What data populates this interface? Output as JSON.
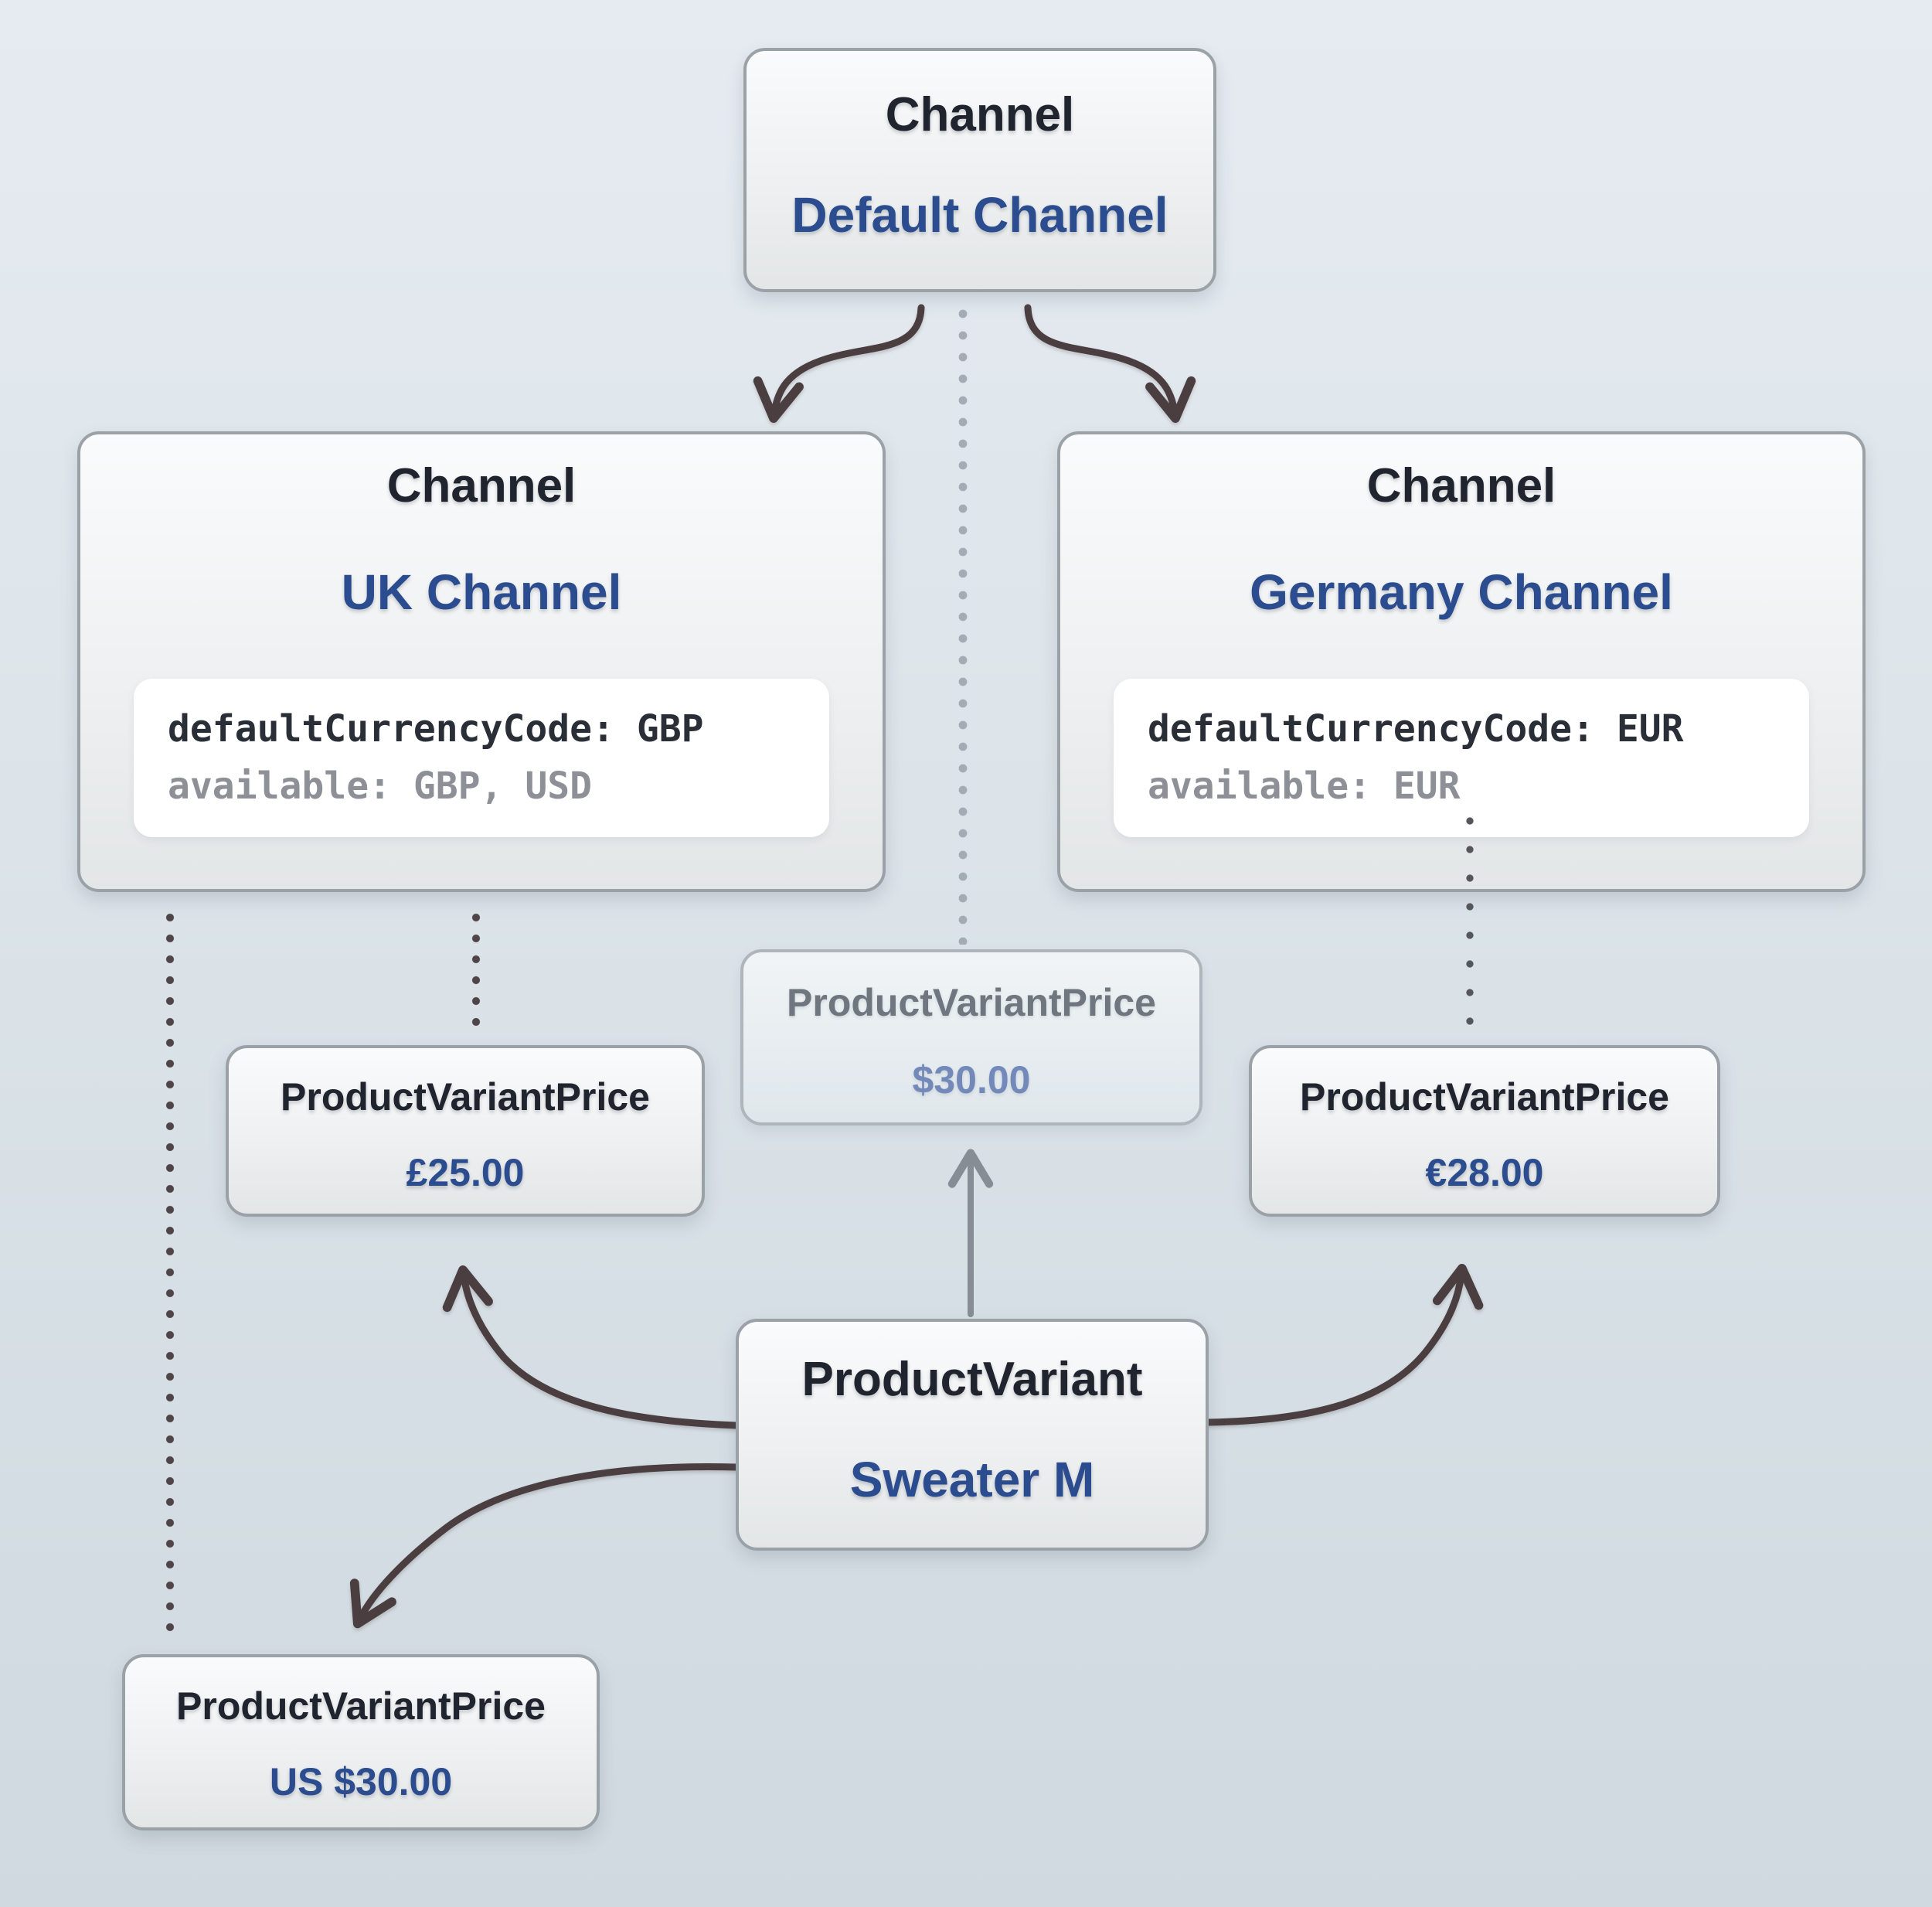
{
  "colors": {
    "accent_blue": "#2b4c8e",
    "title_dark": "#20242e",
    "muted_title_gray": "#6f7680",
    "muted_blue": "#7389b9",
    "code_dark": "#2a2e37",
    "code_gray": "#8d9197",
    "arrow_dark": "#4b3e41",
    "arrow_gray": "#878d94",
    "box_border": "#9aa2a8"
  },
  "nodes": {
    "default_channel": {
      "type_label": "Channel",
      "name": "Default Channel"
    },
    "uk_channel": {
      "type_label": "Channel",
      "name": "UK Channel",
      "code_line1": "defaultCurrencyCode: GBP",
      "code_line2": "available: GBP, USD"
    },
    "germany_channel": {
      "type_label": "Channel",
      "name": "Germany Channel",
      "code_line1": "defaultCurrencyCode: EUR",
      "code_line2": "available: EUR"
    },
    "pvp_default": {
      "type_label": "ProductVariantPrice",
      "value": "$30.00"
    },
    "pvp_uk": {
      "type_label": "ProductVariantPrice",
      "value": "£25.00"
    },
    "pvp_germany": {
      "type_label": "ProductVariantPrice",
      "value": "€28.00"
    },
    "product_variant": {
      "type_label": "ProductVariant",
      "name": "Sweater M"
    },
    "pvp_us": {
      "type_label": "ProductVariantPrice",
      "value": "US $30.00"
    }
  },
  "edges": [
    {
      "from": "default_channel",
      "to": "uk_channel",
      "style": "solid-arrow"
    },
    {
      "from": "default_channel",
      "to": "germany_channel",
      "style": "solid-arrow"
    },
    {
      "from": "default_channel",
      "to": "pvp_default",
      "style": "dotted"
    },
    {
      "from": "uk_channel",
      "to": "pvp_uk",
      "style": "dotted"
    },
    {
      "from": "uk_channel",
      "to": "pvp_us",
      "style": "dotted"
    },
    {
      "from": "germany_channel",
      "to": "pvp_germany",
      "style": "dotted"
    },
    {
      "from": "product_variant",
      "to": "pvp_default",
      "style": "gray-arrow"
    },
    {
      "from": "product_variant",
      "to": "pvp_uk",
      "style": "solid-arrow"
    },
    {
      "from": "product_variant",
      "to": "pvp_germany",
      "style": "solid-arrow"
    },
    {
      "from": "product_variant",
      "to": "pvp_us",
      "style": "solid-arrow"
    }
  ]
}
